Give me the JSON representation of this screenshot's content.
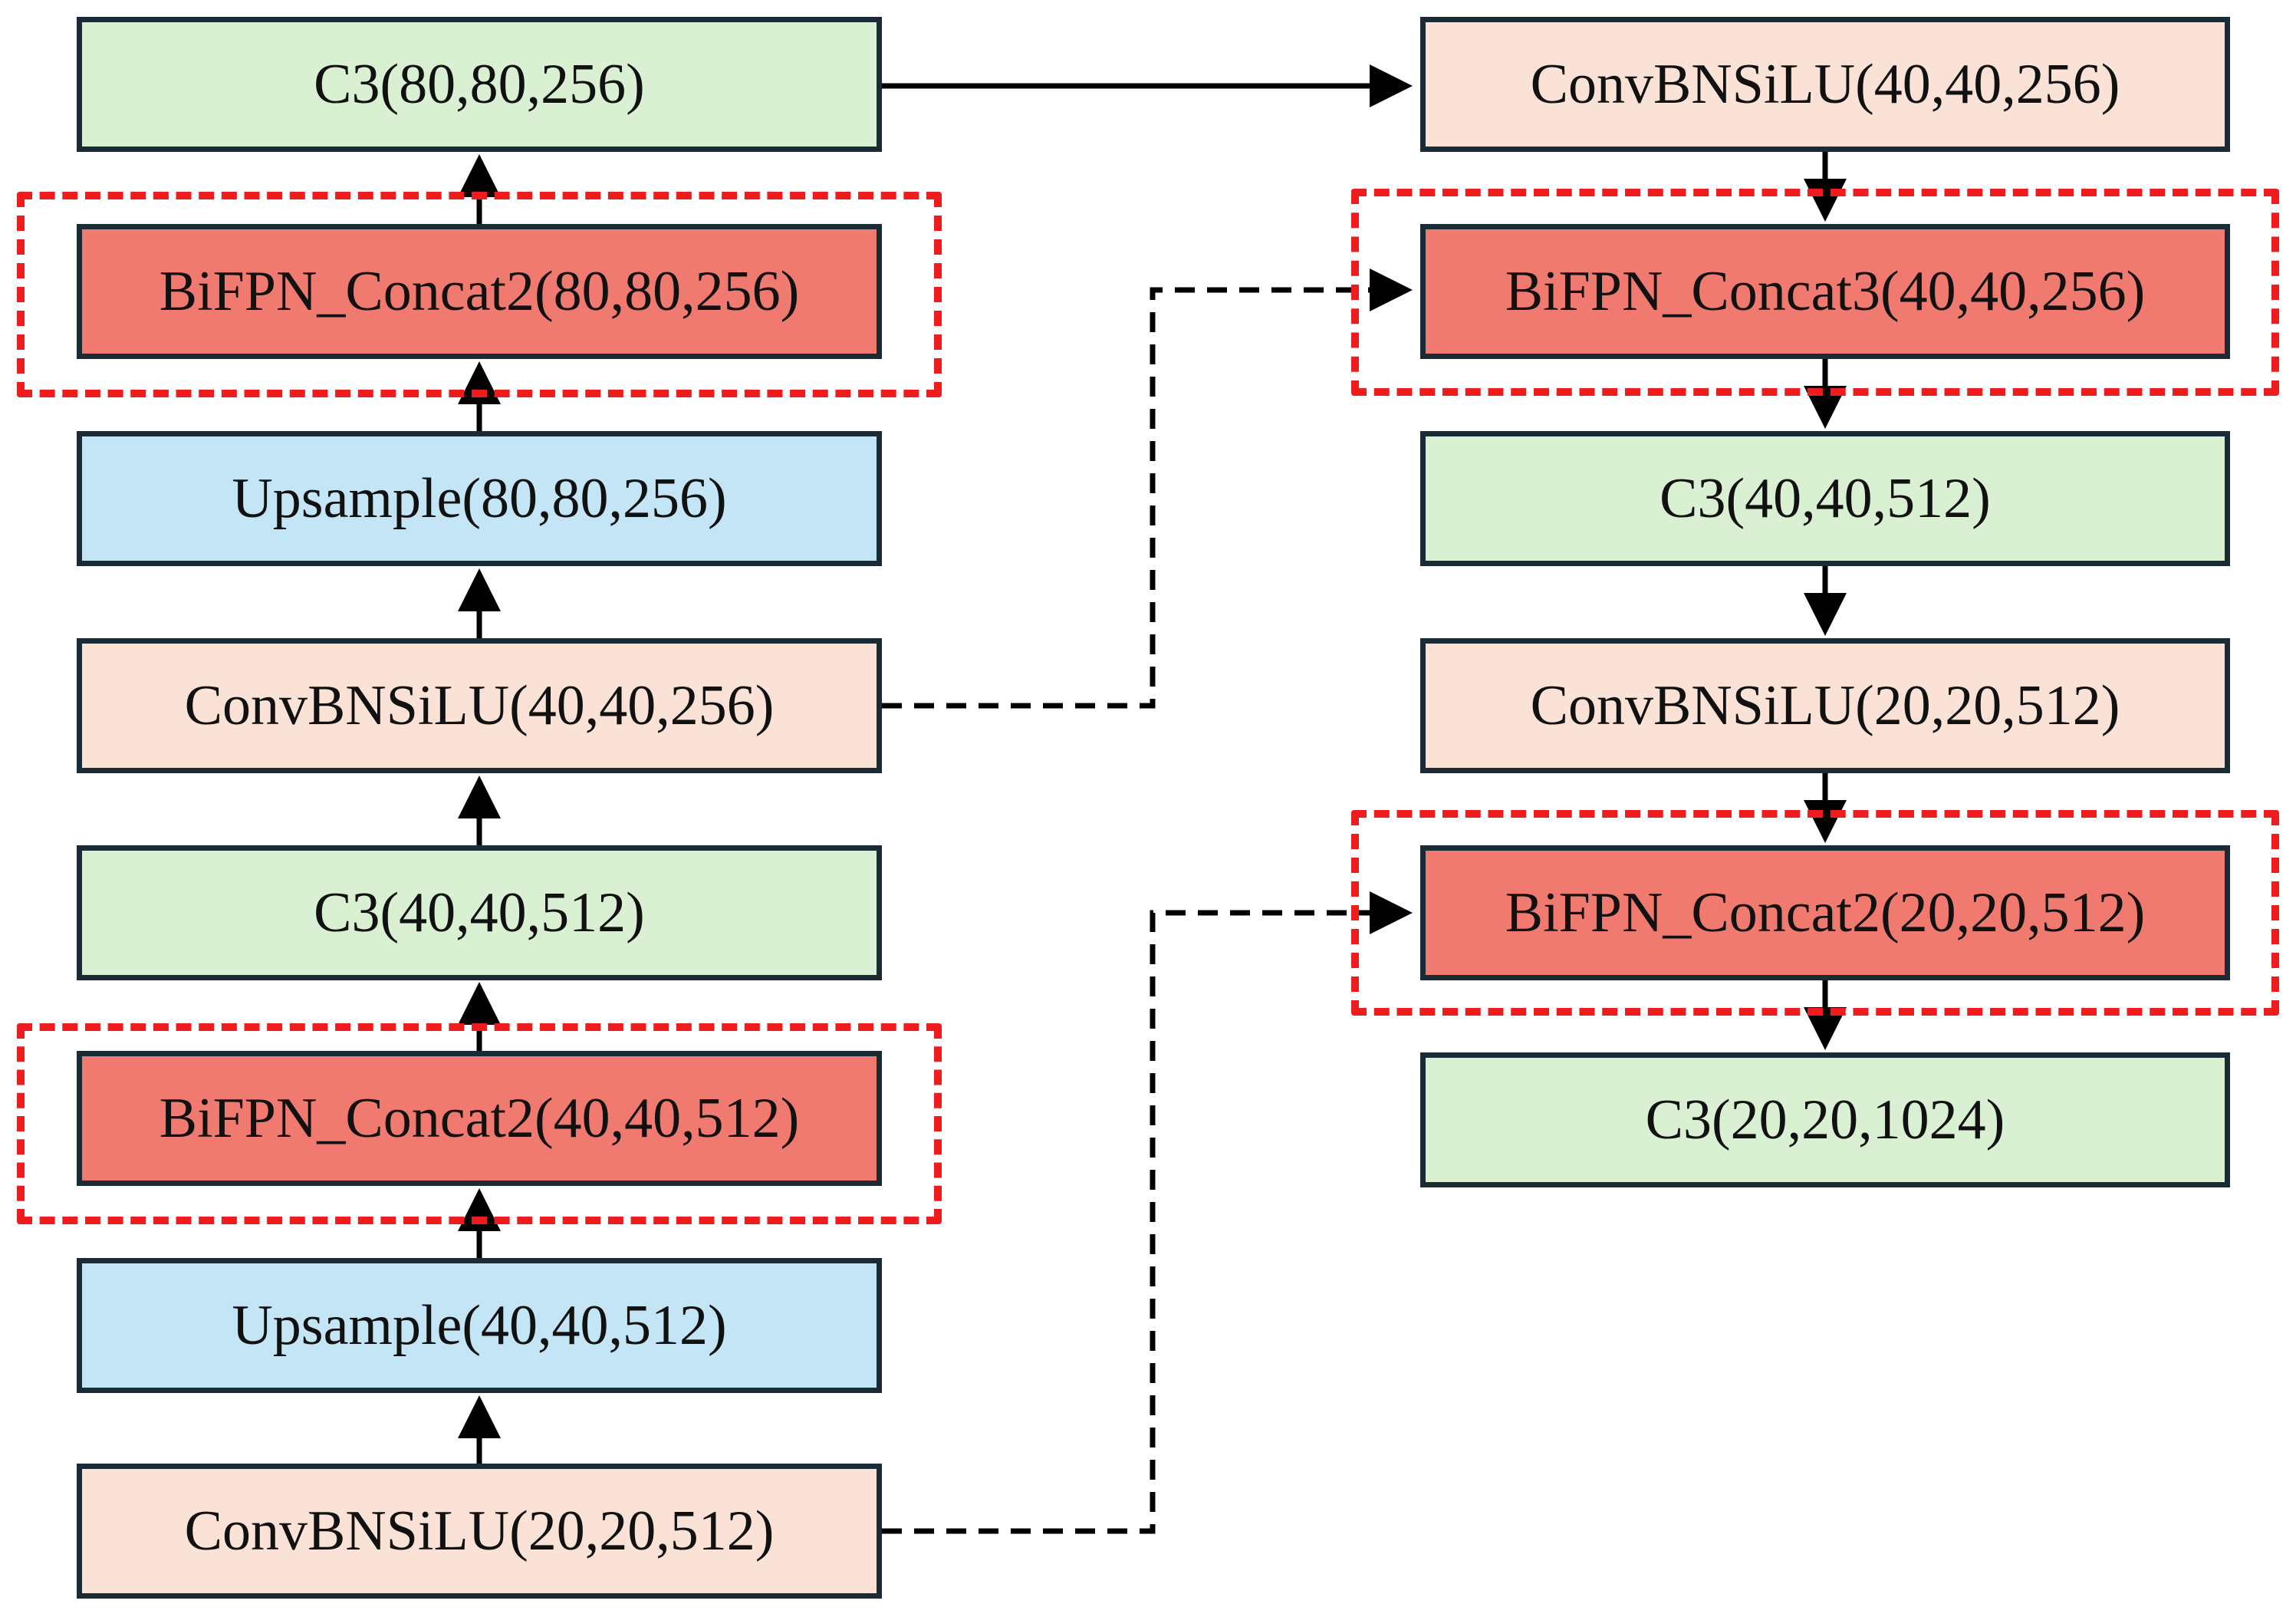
{
  "colors": {
    "c3": "#d9f1d2",
    "conv": "#fae2d6",
    "upsample": "#c3e5f5",
    "bifpn": "#f07a70",
    "highlight": "#ee1c1c",
    "border": "#1b2b35"
  },
  "left_column": {
    "c3_top": "C3(80,80,256)",
    "bifpn_top": "BiFPN_Concat2(80,80,256)",
    "upsample_top": "Upsample(80,80,256)",
    "conv_mid": "ConvBNSiLU(40,40,256)",
    "c3_mid": "C3(40,40,512)",
    "bifpn_bottom": "BiFPN_Concat2(40,40,512)",
    "upsample_bottom": "Upsample(40,40,512)",
    "conv_bottom": "ConvBNSiLU(20,20,512)"
  },
  "right_column": {
    "conv_top": "ConvBNSiLU(40,40,256)",
    "bifpn_top": "BiFPN_Concat3(40,40,256)",
    "c3_mid": "C3(40,40,512)",
    "conv_mid": "ConvBNSiLU(20,20,512)",
    "bifpn_bottom": "BiFPN_Concat2(20,20,512)",
    "c3_bottom": "C3(20,20,1024)"
  }
}
